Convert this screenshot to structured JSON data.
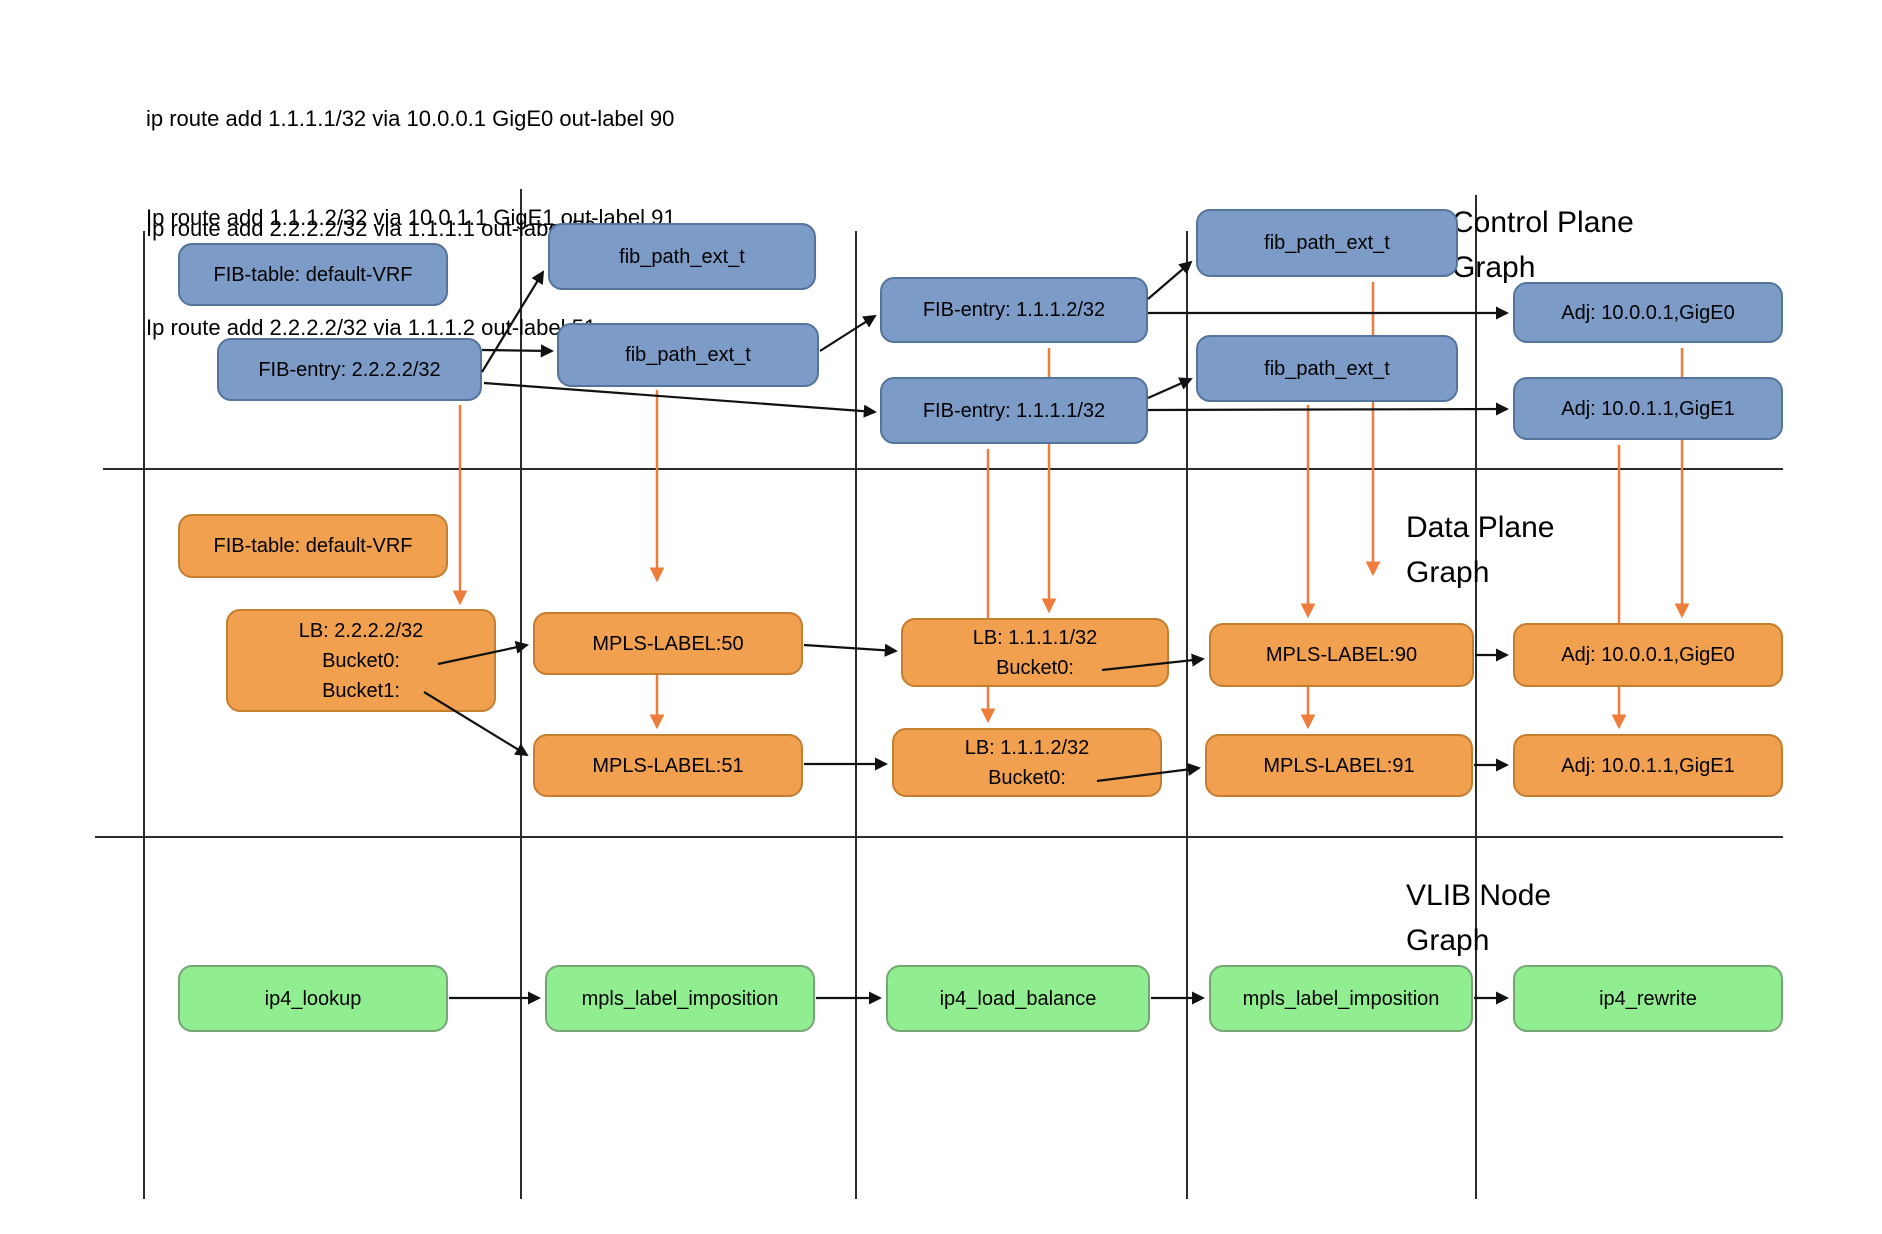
{
  "commands": {
    "line1": "ip route add 1.1.1.1/32 via 10.0.0.1 GigE0 out-label 90",
    "line2": "Ip route add 1.1.1.2/32 via 10.0.1.1 GigE1 out-label 91",
    "line3": "Ip route add 2.2.2.2/32 via 1.1.1.1 out-label 50",
    "line4": "Ip route add 2.2.2.2/32 via 1.1.1.2 out-label 51"
  },
  "sections": {
    "control": {
      "line1": "Control Plane",
      "line2": "Graph"
    },
    "data": {
      "line1": "Data Plane",
      "line2": "Graph"
    },
    "vlib": {
      "line1": "VLIB Node",
      "line2": "Graph"
    }
  },
  "control_plane": {
    "fib_table": "FIB-table: default-VRF",
    "fib_entry_2222": "FIB-entry: 2.2.2.2/32",
    "path_ext_1": "fib_path_ext_t",
    "path_ext_2": "fib_path_ext_t",
    "fib_entry_1112": "FIB-entry: 1.1.1.2/32",
    "fib_entry_1111": "FIB-entry: 1.1.1.1/32",
    "path_ext_3": "fib_path_ext_t",
    "path_ext_4": "fib_path_ext_t",
    "adj_gige0": "Adj: 10.0.0.1,GigE0",
    "adj_gige1": "Adj: 10.0.1.1,GigE1"
  },
  "data_plane": {
    "fib_table": "FIB-table: default-VRF",
    "lb_2222": {
      "title": "LB: 2.2.2.2/32",
      "bucket0": "Bucket0:",
      "bucket1": "Bucket1:"
    },
    "mpls_50": "MPLS-LABEL:50",
    "mpls_51": "MPLS-LABEL:51",
    "lb_1111": {
      "title": "LB: 1.1.1.1/32",
      "bucket0": "Bucket0:"
    },
    "lb_1112": {
      "title": "LB: 1.1.1.2/32",
      "bucket0": "Bucket0:"
    },
    "mpls_90": "MPLS-LABEL:90",
    "mpls_91": "MPLS-LABEL:91",
    "adj_gige0": "Adj: 10.0.0.1,GigE0",
    "adj_gige1": "Adj: 10.0.1.1,GigE1"
  },
  "vlib": {
    "ip4_lookup": "ip4_lookup",
    "mpls_label_imposition_1": "mpls_label_imposition",
    "ip4_load_balance": "ip4_load_balance",
    "mpls_label_imposition_2": "mpls_label_imposition",
    "ip4_rewrite": "ip4_rewrite"
  },
  "colors": {
    "control_box": "#7d9bc7",
    "control_border": "#54749c",
    "data_box": "#f0a04e",
    "data_border": "#c57d2f",
    "vlib_box": "#90ee90",
    "vlib_border": "#76a576",
    "arrow_orange": "#ee7d3b",
    "arrow_black": "#111111",
    "grid_line": "#2b2b2b"
  }
}
